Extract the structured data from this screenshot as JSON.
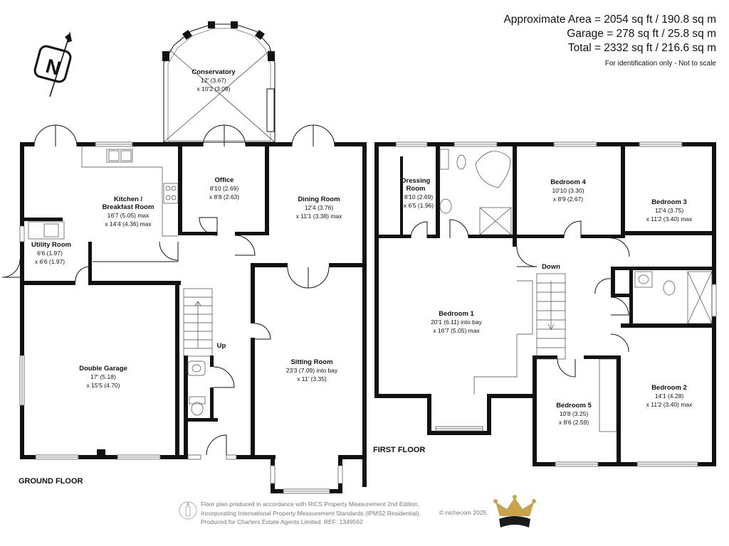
{
  "area_summary": {
    "approx": "Approximate Area = 2054 sq ft / 190.8 sq m",
    "garage": "Garage = 278 sq ft / 25.8 sq m",
    "total": "Total = 2332 sq ft / 216.6 sq m",
    "note": "For identification only - Not to scale"
  },
  "compass": {
    "letter": "N",
    "icon": "north-arrow-icon"
  },
  "floors": {
    "ground": "GROUND FLOOR",
    "first": "FIRST FLOOR"
  },
  "ground_rooms": {
    "conservatory": {
      "name": "Conservatory",
      "dim1": "12' (3.67)",
      "dim2": "x 10'2 (3.09)"
    },
    "kitchen": {
      "name1": "Kitchen /",
      "name2": "Breakfast Room",
      "dim1": "16'7 (5.05) max",
      "dim2": "x 14'4 (4.36) max"
    },
    "office": {
      "name": "Office",
      "dim1": "8'10 (2.69)",
      "dim2": "x 8'8 (2.63)"
    },
    "dining": {
      "name": "Dining Room",
      "dim1": "12'4 (3.76)",
      "dim2": "x 11'1 (3.38) max"
    },
    "utility": {
      "name": "Utility Room",
      "dim1": "6'6 (1.97)",
      "dim2": "x 6'6 (1.97)"
    },
    "garage": {
      "name": "Double Garage",
      "dim1": "17' (5.18)",
      "dim2": "x 15'5 (4.70)"
    },
    "sitting": {
      "name": "Sitting Room",
      "dim1": "23'3 (7.09) into bay",
      "dim2": "x 11' (3.35)"
    },
    "stairs_up": "Up"
  },
  "first_rooms": {
    "dressing": {
      "name1": "Dressing",
      "name2": "Room",
      "dim1": "8'10 (2.69)",
      "dim2": "x 6'5 (1.96)"
    },
    "bedroom4": {
      "name": "Bedroom 4",
      "dim1": "10'10 (3.30)",
      "dim2": "x 8'9 (2.67)"
    },
    "bedroom3": {
      "name": "Bedroom 3",
      "dim1": "12'4 (3.75)",
      "dim2": "x 11'2 (3.40) max"
    },
    "bedroom1": {
      "name": "Bedroom 1",
      "dim1": "20'1 (6.11) into bay",
      "dim2": "x 16'7 (5.05) max"
    },
    "bedroom2": {
      "name": "Bedroom 2",
      "dim1": "14'1 (4.28)",
      "dim2": "x 11'2 (3.40) max"
    },
    "bedroom5": {
      "name": "Bedroom 5",
      "dim1": "10'8 (3.25)",
      "dim2": "x 8'6 (2.59)"
    },
    "stairs_down": "Down"
  },
  "footer": {
    "line1": "Floor plan produced in accordance with RICS Property Measurement 2nd Edition,",
    "line2": "Incorporating International Property Measurement Standards (IPMS2 Residential).",
    "line3": "Produced for Charters Estate Agents Limited.   REF: 1349562",
    "copyright": "© nichecom 2025.",
    "logo_icon": "crown-logo-icon",
    "badge_icon": "rics-badge-icon"
  },
  "colors": {
    "wall": "#111111",
    "crown_gold": "#c9a24a",
    "crown_dark": "#1a1a1a",
    "footer_text": "#777777"
  }
}
